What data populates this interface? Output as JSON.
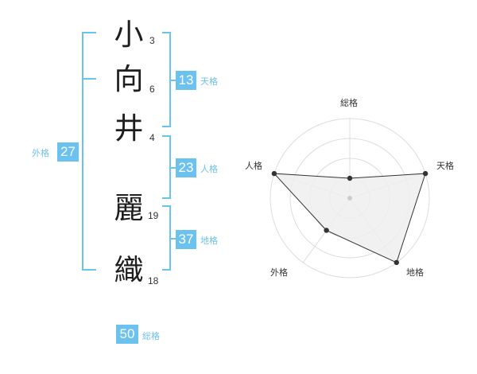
{
  "characters": [
    {
      "char": "小",
      "strokes": "3"
    },
    {
      "char": "向",
      "strokes": "6"
    },
    {
      "char": "井",
      "strokes": "4"
    },
    {
      "char": "麗",
      "strokes": "19"
    },
    {
      "char": "織",
      "strokes": "18"
    }
  ],
  "fortunes": {
    "tenkaku": {
      "value": "13",
      "label": "天格"
    },
    "jinkaku": {
      "value": "23",
      "label": "人格"
    },
    "chikaku": {
      "value": "37",
      "label": "地格"
    },
    "gaikaku": {
      "value": "27",
      "label": "外格"
    },
    "soukaku": {
      "value": "50",
      "label": "総格"
    }
  },
  "radar": {
    "axes": [
      "総格",
      "天格",
      "地格",
      "外格",
      "人格"
    ],
    "levels": 4,
    "scores": [
      1,
      4,
      4,
      2,
      4
    ],
    "max": 4,
    "colors": {
      "grid": "#dddddd",
      "fill": "#eeeeee",
      "line": "#333333",
      "accent": "#6cc2ef"
    }
  }
}
